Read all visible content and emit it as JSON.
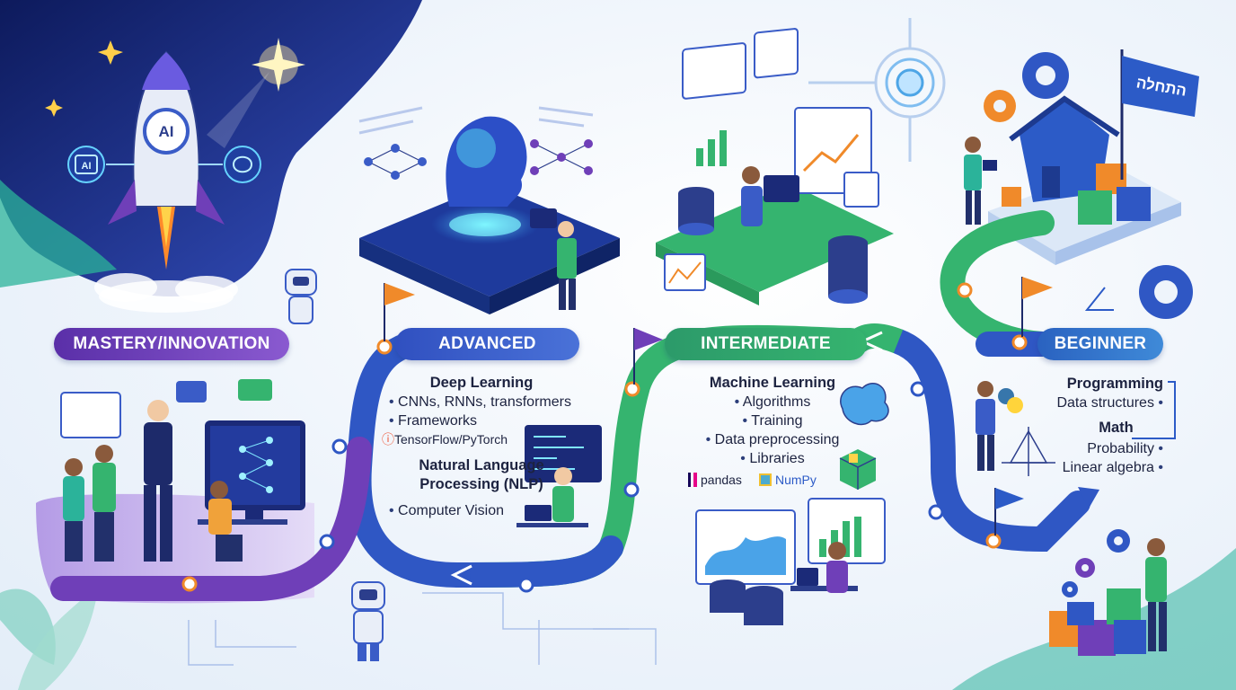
{
  "stages": {
    "mastery": "MASTERY/INNOVATION",
    "advanced": "ADVANCED",
    "intermediate": "INTERMEDIATE",
    "beginner": "BEGINNER"
  },
  "flag_text": "התחלה",
  "rocket_label": "AI",
  "chip_label": "AI",
  "beginner": {
    "programming": "Programming",
    "data_structures": "Data structures",
    "math": "Math",
    "probability": "Probability",
    "linear_algebra": "Linear algebra"
  },
  "intermediate": {
    "title": "Machine Learning",
    "items": [
      "Algorithms",
      "Training",
      "Data preprocessing",
      "Libraries"
    ],
    "lib_pandas": "pandas",
    "lib_numpy": "NumPy"
  },
  "advanced": {
    "deep_learning": "Deep Learning",
    "dl_items": [
      "CNNs, RNNs, transformers",
      "Frameworks"
    ],
    "frameworks": "TensorFlow/PyTorch",
    "nlp_line1": "Natural Language",
    "nlp_line2": "Processing (NLP)",
    "cv": "Computer Vision"
  },
  "colors": {
    "mastery": "#6a3fb0",
    "advanced": "#3a5cc7",
    "intermediate": "#2fa86a",
    "beginner": "#2c7fc9",
    "path_green": "#35b46f",
    "path_blue": "#2f57c4",
    "path_purple": "#6f3fb8",
    "node_orange": "#f08a2a",
    "night": "#1c2a7a"
  }
}
